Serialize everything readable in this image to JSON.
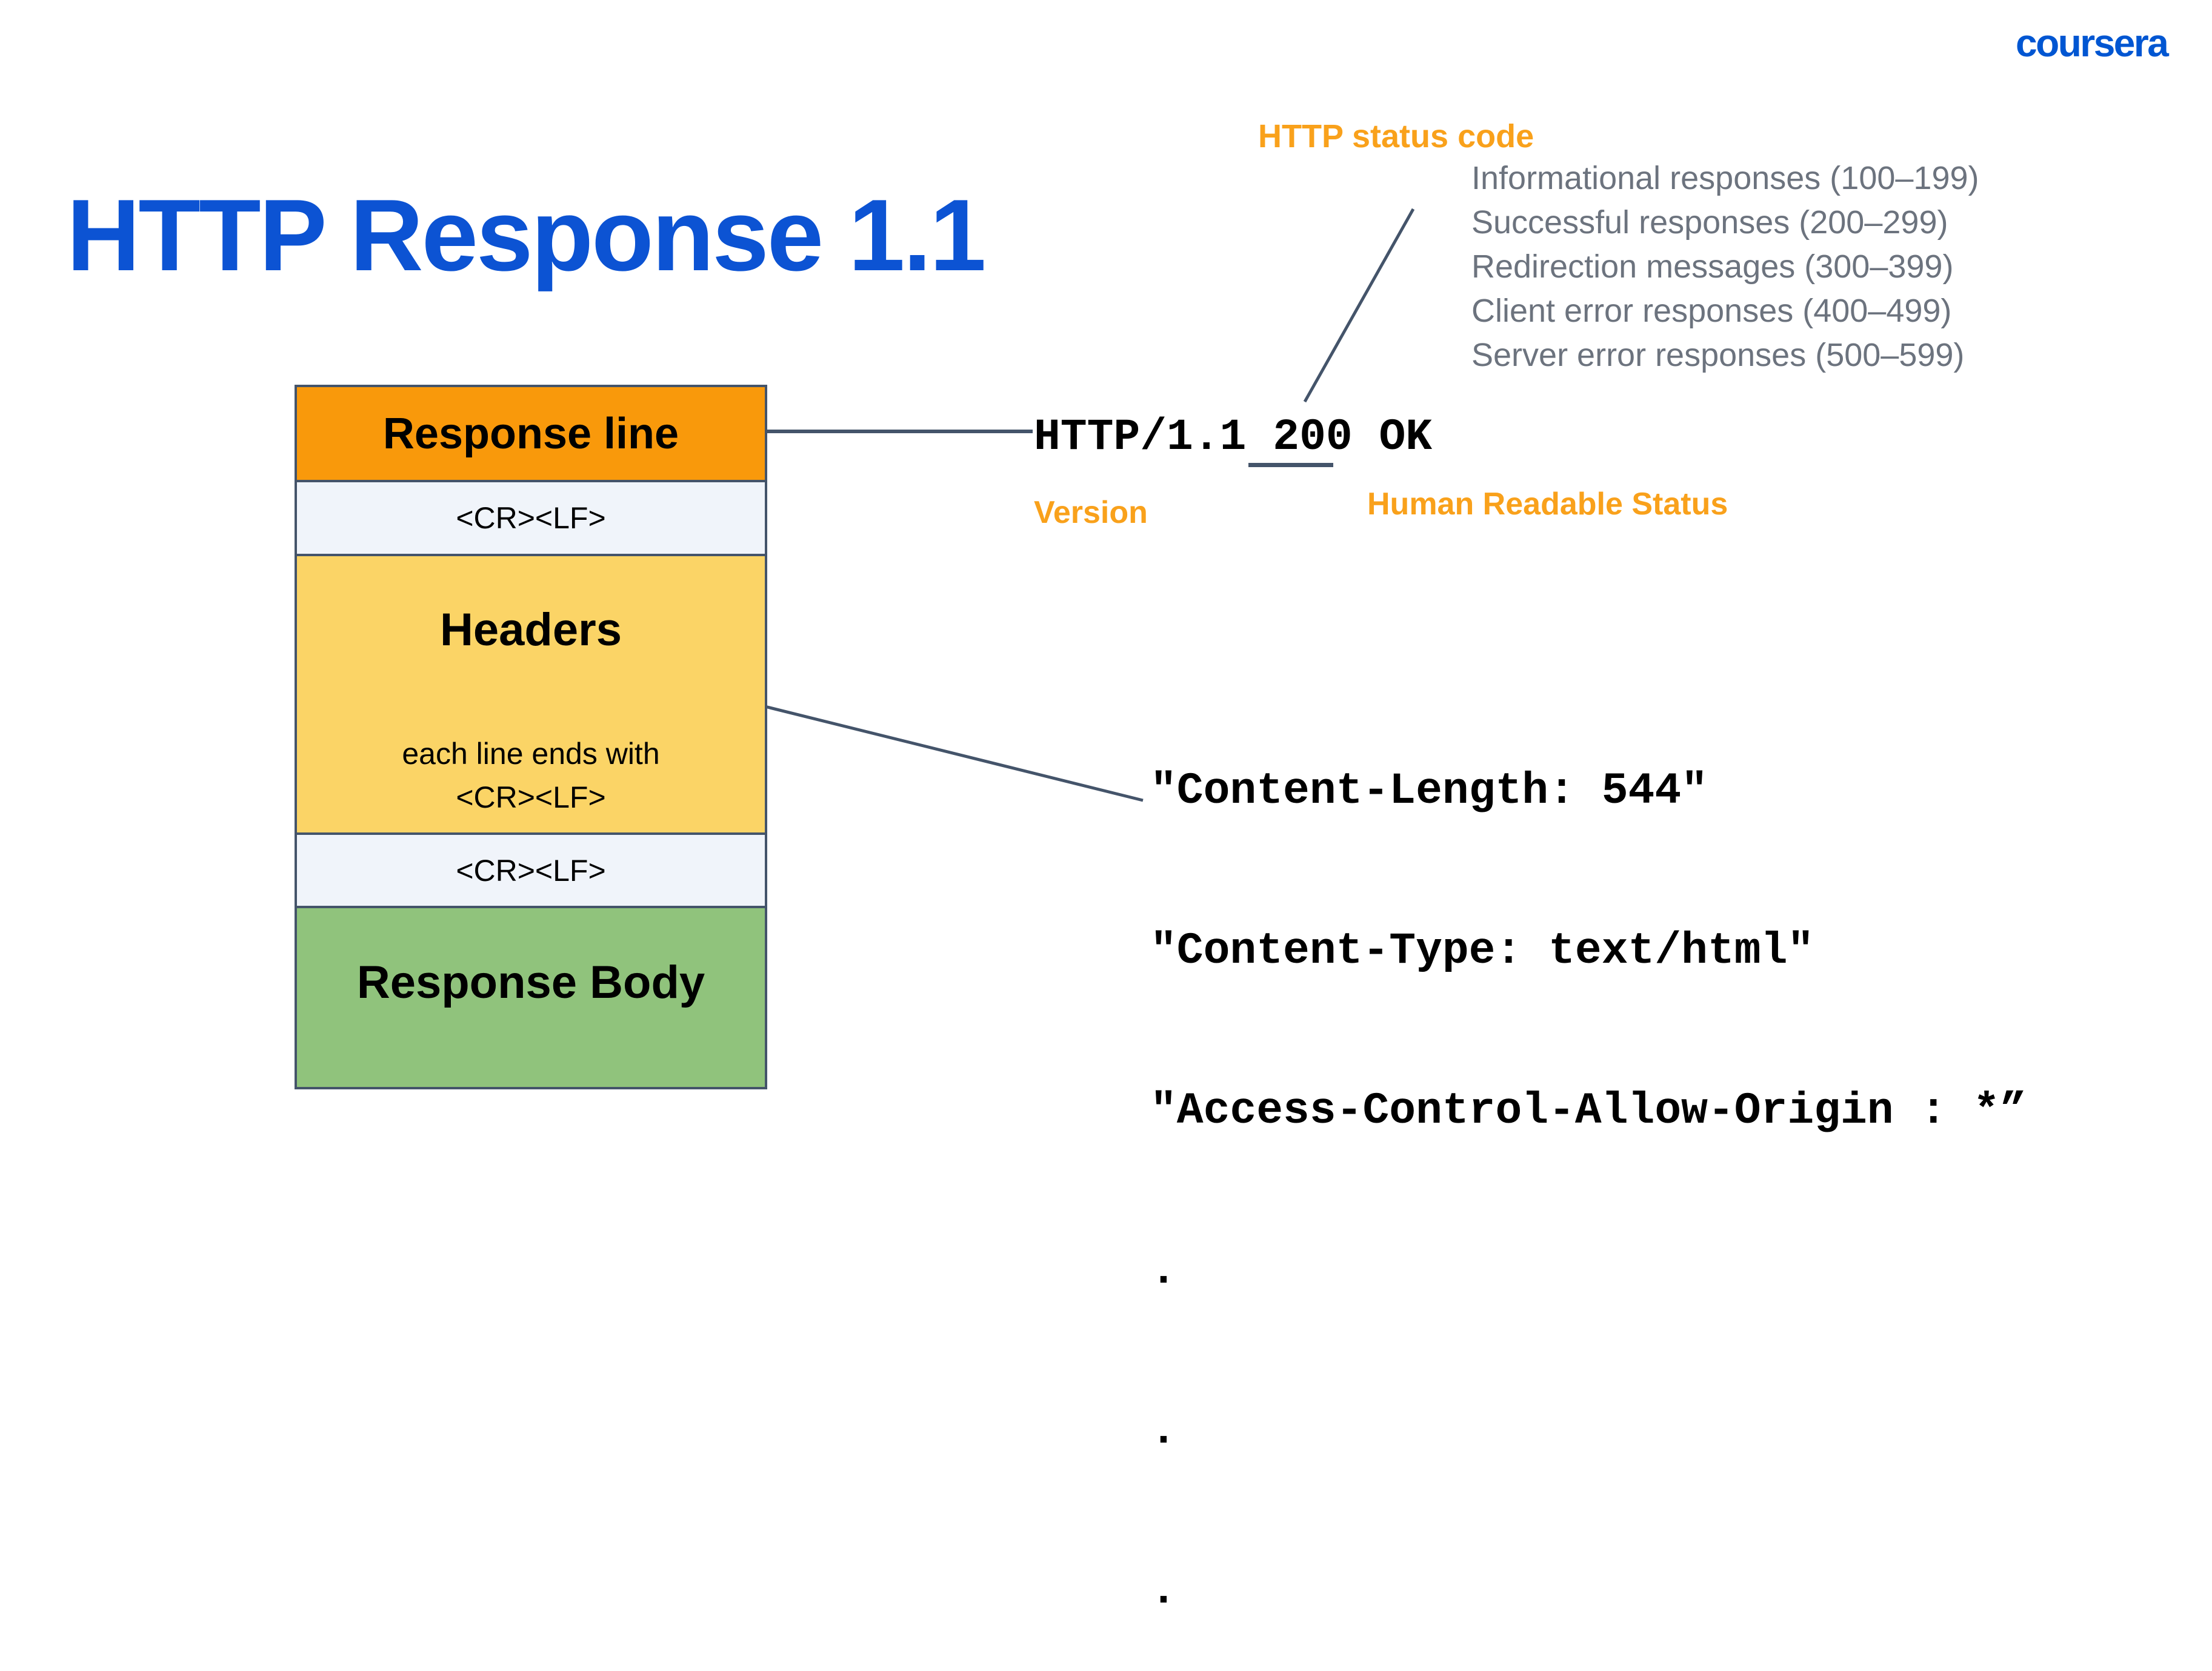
{
  "brand": {
    "logo_text": "coursera",
    "color": "#0056D2"
  },
  "title": {
    "text": "HTTP Response 1.1",
    "color": "#0C53D3"
  },
  "status_codes": {
    "label": "HTTP status code",
    "label_color": "#F9A11B",
    "text_color": "#6C737E",
    "items": [
      "Informational responses (100–199)",
      "Successful responses (200–299)",
      "Redirection messages (300–399)",
      "Client error responses (400–499)",
      "Server error responses (500–599)"
    ]
  },
  "response_line_example": {
    "text": "HTTP/1.1 200 OK",
    "underlined_part": "200",
    "version_label": "Version",
    "status_label": "Human Readable Status"
  },
  "diagram": {
    "border_color": "#44546A",
    "boxes": [
      {
        "label": "Response line",
        "fill": "#F9990B"
      },
      {
        "label": "<CR><LF>",
        "fill": "#F0F4FA"
      },
      {
        "label": "Headers",
        "sublabel_line1": "each line ends with",
        "sublabel_line2": "<CR><LF>",
        "fill": "#FBD466"
      },
      {
        "label": "<CR><LF>",
        "fill": "#F0F4FA"
      },
      {
        "label": "Response Body",
        "fill": "#90C37C"
      }
    ]
  },
  "headers_example": {
    "lines": [
      "\"Content-Length: 544\"",
      "\"Content-Type: text/html\"",
      "\"Access-Control-Allow-Origin : *”",
      ".",
      ".",
      "."
    ]
  }
}
